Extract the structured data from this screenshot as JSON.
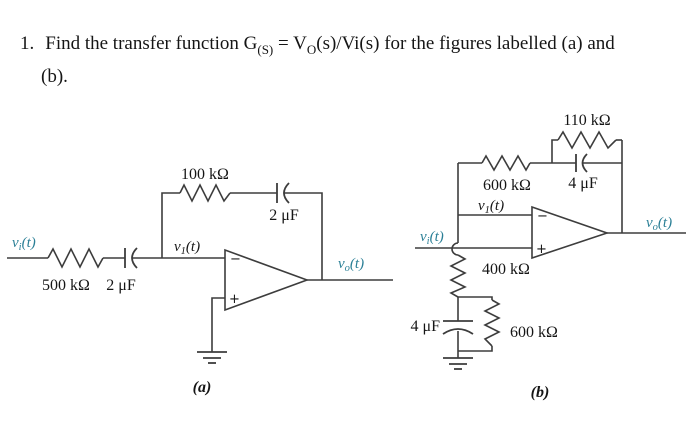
{
  "problem": {
    "number": "1.",
    "line1_part1": "Find the transfer function G",
    "line1_sub_g": "(S)",
    "line1_part2": " = V",
    "line1_sub_o": "O",
    "line1_part3": "(s)/Vi(s) for the figures labelled (a) and",
    "line2": "(b)."
  },
  "circuit_a": {
    "caption": "(a)",
    "input_signal": {
      "base": "v",
      "sub": "i",
      "tail": "(t)"
    },
    "node_signal": {
      "base": "v",
      "sub": "1",
      "tail": "(t)"
    },
    "output_signal": {
      "base": "v",
      "sub": "o",
      "tail": "(t)"
    },
    "input_resistor": "500 kΩ",
    "input_capacitor": "2 μF",
    "feedback_resistor": "100 kΩ",
    "feedback_capacitor": "2 μF",
    "opamp": {
      "inverting": "−",
      "noninverting": "+"
    }
  },
  "circuit_b": {
    "caption": "(b)",
    "input_signal": {
      "base": "v",
      "sub": "i",
      "tail": "(t)"
    },
    "node_signal": {
      "base": "v",
      "sub": "1",
      "tail": "(t)"
    },
    "output_signal": {
      "base": "v",
      "sub": "o",
      "tail": "(t)"
    },
    "feedback_resistor_series": "600 kΩ",
    "feedback_resistor_parallel": "110 kΩ",
    "feedback_capacitor": "4 μF",
    "input_resistor": "400 kΩ",
    "shunt_capacitor": "4 μF",
    "shunt_resistor": "600 kΩ",
    "opamp": {
      "inverting": "−",
      "noninverting": "+"
    }
  },
  "colors": {
    "signal_label": "#2a7f96",
    "wire": "#3d3d3d",
    "text": "#151515"
  }
}
